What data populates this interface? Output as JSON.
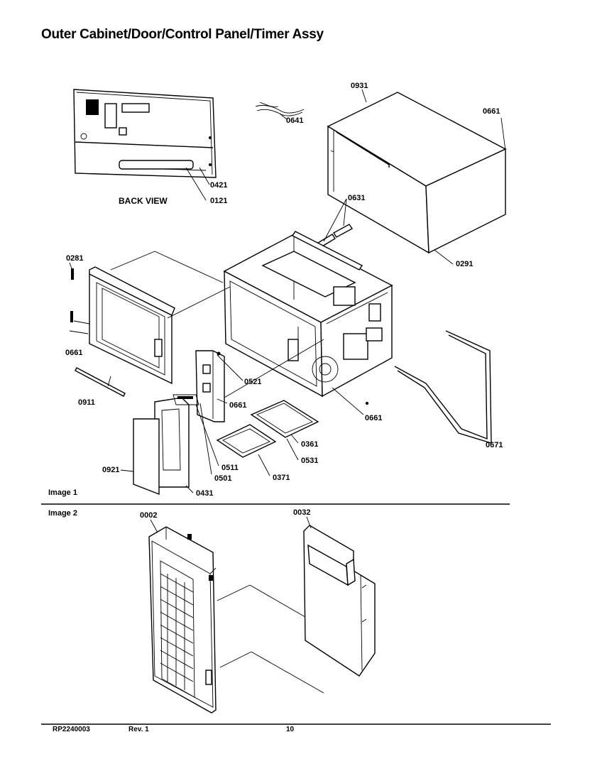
{
  "title": "Outer Cabinet/Door/Control Panel/Timer Assy",
  "image1_label": "Image 1",
  "image2_label": "Image 2",
  "back_view_label": "BACK VIEW",
  "callouts": {
    "c0931": "0931",
    "c0661_top": "0661",
    "c0641": "0641",
    "c0421": "0421",
    "c0121": "0121",
    "c0631": "0631",
    "c0291": "0291",
    "c0281": "0281",
    "c0661_door": "0661",
    "c0911": "0911",
    "c0521": "0521",
    "c0661_panel": "0661",
    "c0661_base": "0661",
    "c0671": "0671",
    "c0361": "0361",
    "c0531": "0531",
    "c0371": "0371",
    "c0511": "0511",
    "c0501": "0501",
    "c0921": "0921",
    "c0431": "0431",
    "c0002": "0002",
    "c0032": "0032"
  },
  "footer": {
    "part_number": "RP2240003",
    "revision": "Rev. 1",
    "page": "10"
  }
}
